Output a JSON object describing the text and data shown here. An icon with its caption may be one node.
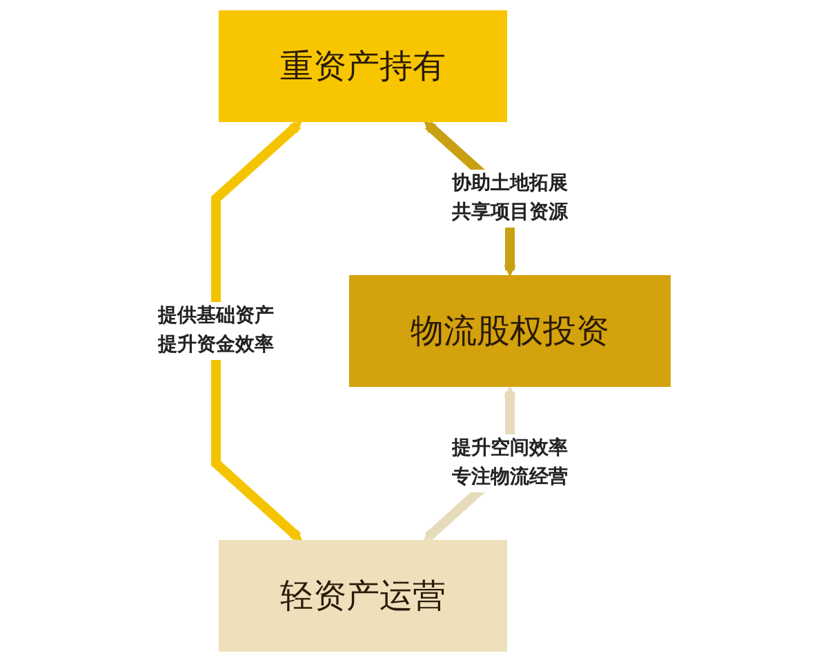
{
  "diagram": {
    "nodes": [
      {
        "text": [
          "重资产持有"
        ]
      },
      {
        "text": [
          "物流股权投资"
        ]
      },
      {
        "text": [
          "轻资产运营"
        ]
      }
    ],
    "edges": [
      {
        "from": 0,
        "to": 1,
        "arrow": "both",
        "label": "协助土地拓展共享项目资源",
        "color": "#c9a012"
      },
      {
        "from": 0,
        "to": 2,
        "arrow": "both",
        "label": "提供基础资产提升资金效率",
        "color": "#f5c400"
      },
      {
        "from": 1,
        "to": 2,
        "arrow": "both",
        "label": "提升空间效率专注物流经营",
        "color": "#e6dcbc"
      }
    ]
  }
}
